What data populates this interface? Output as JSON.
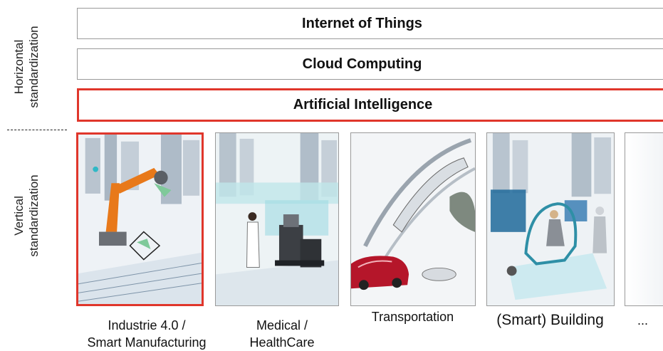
{
  "axis_labels": {
    "horizontal": "Horizontal\nstandardization",
    "vertical": "Vertical\nstandardization"
  },
  "horizontal_layers": [
    {
      "label": "Internet of Things"
    },
    {
      "label": "Cloud Computing"
    },
    {
      "label": "Artificial Intelligence",
      "highlighted": true
    }
  ],
  "vertical_domains": [
    {
      "caption": "Industrie 4.0 /\nSmart Manufacturing",
      "highlighted": true
    },
    {
      "caption": "Medical /\nHealthCare"
    },
    {
      "caption": "Transportation"
    },
    {
      "caption": "(Smart) Building"
    },
    {
      "caption": "..."
    }
  ],
  "colors": {
    "highlight": "#e0362b",
    "border": "#9a9a9a",
    "robot_orange": "#e8791a",
    "accent_teal": "#2fb8c6",
    "car_red": "#b5162a"
  }
}
